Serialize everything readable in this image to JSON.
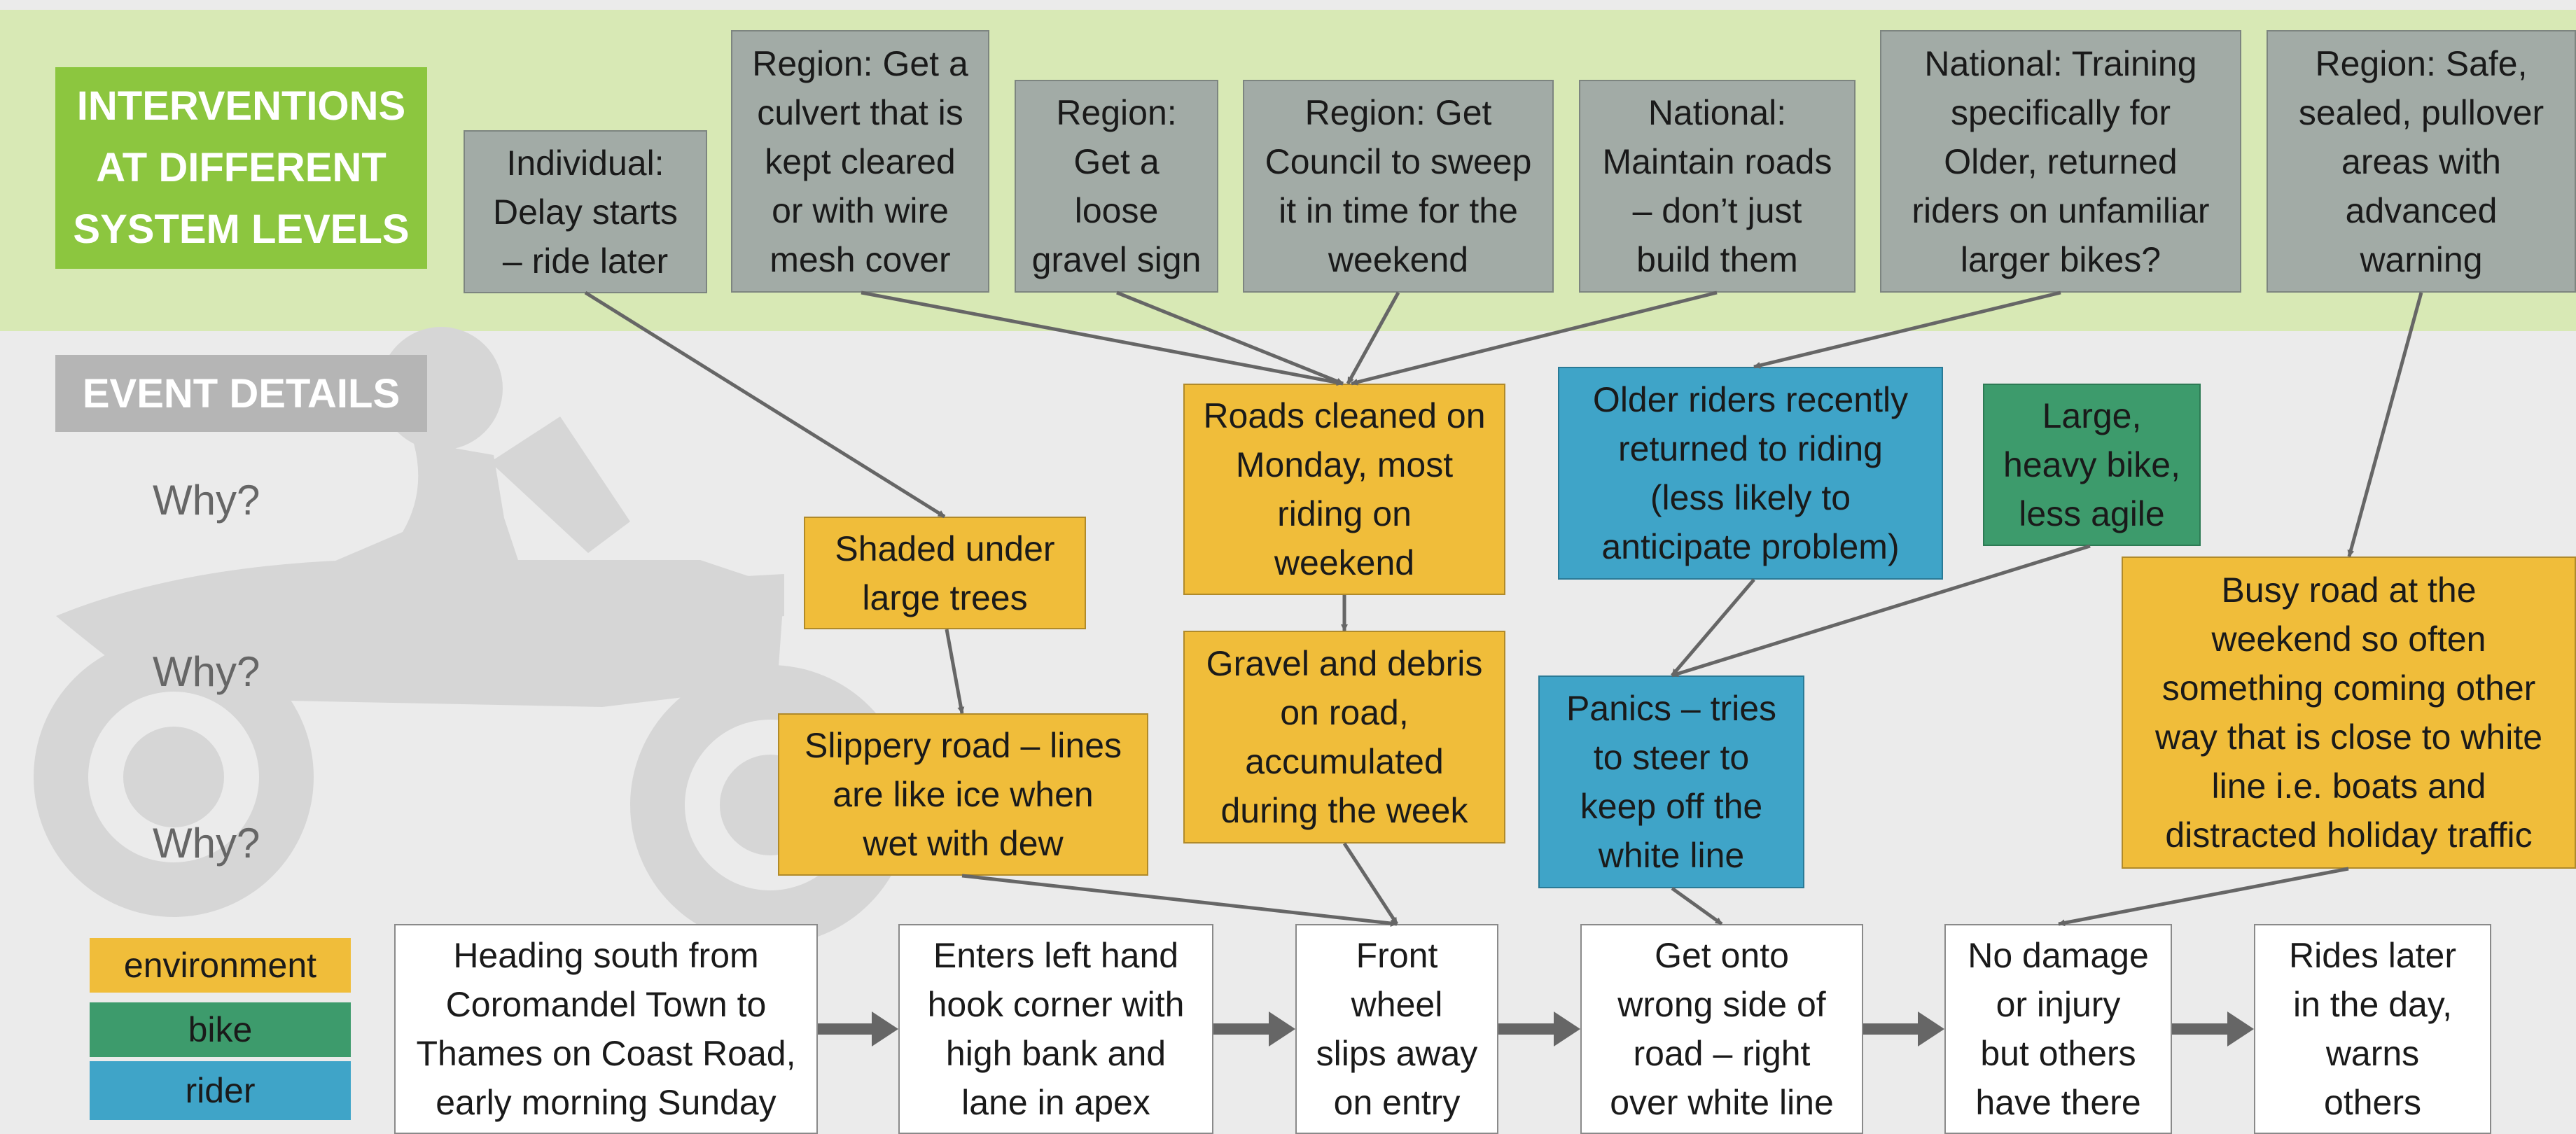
{
  "header": {
    "interventions_title": "INTERVENTIONS\nAT DIFFERENT\nSYSTEM LEVELS",
    "event_details_title": "EVENT DETAILS"
  },
  "why_labels": [
    "Why?",
    "Why?",
    "Why?"
  ],
  "interventions": [
    {
      "id": "i1",
      "text": "Individual:\nDelay starts\n– ride later"
    },
    {
      "id": "i2",
      "text": "Region: Get a\nculvert that is\nkept cleared\nor with wire\nmesh cover"
    },
    {
      "id": "i3",
      "text": "Region:\nGet a\nloose\ngravel sign"
    },
    {
      "id": "i4",
      "text": "Region: Get\nCouncil to sweep\nit in time for the\nweekend"
    },
    {
      "id": "i5",
      "text": "National:\nMaintain roads\n– don’t just\nbuild them"
    },
    {
      "id": "i6",
      "text": "National: Training\nspecifically for\nOlder, returned\nriders on unfamiliar\nlarger bikes?"
    },
    {
      "id": "i7",
      "text": "Region: Safe,\nsealed, pullover\nareas with\nadvanced\nwarning"
    }
  ],
  "factors": [
    {
      "id": "f1",
      "category": "environment",
      "text": "Shaded under\nlarge trees"
    },
    {
      "id": "f2",
      "category": "environment",
      "text": "Slippery road – lines\nare like ice when\nwet with dew"
    },
    {
      "id": "f3",
      "category": "environment",
      "text": "Roads cleaned on\nMonday, most\nriding on\nweekend"
    },
    {
      "id": "f4",
      "category": "environment",
      "text": "Gravel and debris\non road,\naccumulated\nduring the week"
    },
    {
      "id": "f5",
      "category": "rider",
      "text": "Older riders recently\nreturned to riding\n(less likely to\nanticipate problem)"
    },
    {
      "id": "f6",
      "category": "bike",
      "text": "Large,\nheavy bike,\nless agile"
    },
    {
      "id": "f7",
      "category": "rider",
      "text": "Panics – tries\nto steer to\nkeep off the\nwhite line"
    },
    {
      "id": "f8",
      "category": "environment",
      "text": "Busy road at the\nweekend so often\nsomething coming other\nway that is close to white\nline i.e. boats and\ndistracted holiday traffic"
    }
  ],
  "events": [
    {
      "id": "e1",
      "text": "Heading south from\nCoromandel Town to\nThames on Coast Road,\nearly morning Sunday"
    },
    {
      "id": "e2",
      "text": "Enters left hand\nhook corner with\nhigh bank and\nlane in apex"
    },
    {
      "id": "e3",
      "text": "Front\nwheel\nslips away\non entry"
    },
    {
      "id": "e4",
      "text": "Get onto\nwrong side of\nroad – right\nover white line"
    },
    {
      "id": "e5",
      "text": "No damage\nor injury\nbut others\nhave there"
    },
    {
      "id": "e6",
      "text": "Rides later\nin the day,\nwarns\nothers"
    }
  ],
  "legend": [
    {
      "label": "environment",
      "color": "#f0bd3a"
    },
    {
      "label": "bike",
      "color": "#3d9b6c"
    },
    {
      "label": "rider",
      "color": "#3fa4c8"
    }
  ],
  "colors": {
    "intervention_band": "#d8e9b5",
    "event_band": "#ebebeb",
    "intervention_box": "#a2aba6",
    "arrow": "#666666",
    "title_green": "#8cc63f",
    "title_grey": "#b5b5b5"
  }
}
